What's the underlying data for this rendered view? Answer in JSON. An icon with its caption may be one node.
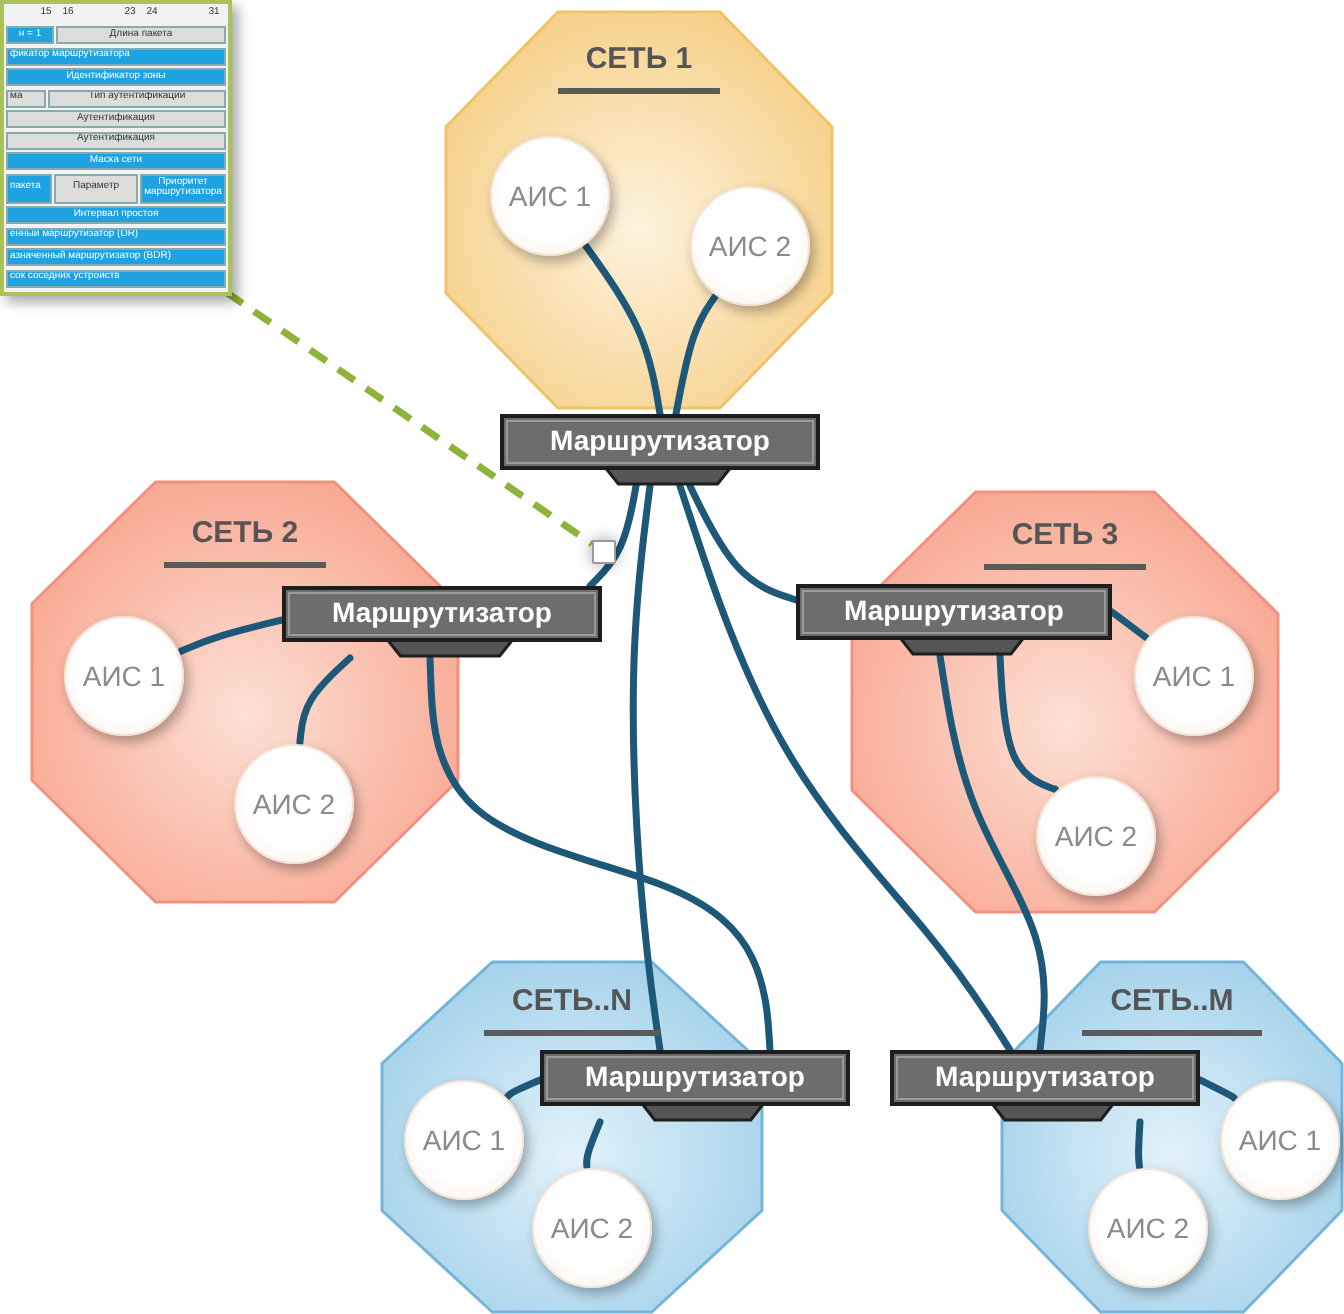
{
  "diagram": {
    "nodes": [
      {
        "text": [
          "СЕТЬ 1"
        ]
      },
      {
        "text": [
          "АИС 1"
        ],
        "in": 0
      },
      {
        "text": [
          "АИС 2"
        ],
        "in": 0
      },
      {
        "text": [
          "Маршрутизатор"
        ]
      },
      {
        "text": [
          "СЕТЬ 2"
        ]
      },
      {
        "text": [
          "Маршрутизатор"
        ]
      },
      {
        "text": [
          "АИС 1"
        ],
        "in": 4
      },
      {
        "text": [
          "АИС 2"
        ],
        "in": 4
      },
      {
        "text": [
          "СЕТЬ 3"
        ]
      },
      {
        "text": [
          "Маршрутизатор"
        ]
      },
      {
        "text": [
          "АИС 1"
        ],
        "in": 8
      },
      {
        "text": [
          "АИС 2"
        ],
        "in": 8
      },
      {
        "text": [
          "СЕТЬ..N"
        ]
      },
      {
        "text": [
          "Маршрутизатор"
        ]
      },
      {
        "text": [
          "АИС 1"
        ],
        "in": 12
      },
      {
        "text": [
          "АИС 2"
        ],
        "in": 12
      },
      {
        "text": [
          "СЕТЬ..M"
        ]
      },
      {
        "text": [
          "Маршрутизатор"
        ]
      },
      {
        "text": [
          "АИС 1"
        ],
        "in": 16
      },
      {
        "text": [
          "АИС 2"
        ],
        "in": 16
      },
      {
        "text": [
          "15",
          "16",
          "23",
          "24",
          "31",
          "н = 1",
          "Длина пакета",
          "фикатор маршрутизатора",
          "Идентификатор зоны",
          "ма",
          "Тип аутентификации",
          "Аутентификация",
          "Аутентификация",
          "Маска сети",
          "пакета",
          "Параметр",
          "Приоритет маршрутизатора",
          "Интервал простоя",
          "енный маршрутизатор (DR)",
          "азначенный маршрутизатор (BDR)",
          "сок соседних устройств"
        ]
      },
      {
        "text": [],
        "shape": "box"
      }
    ],
    "edges": [
      {
        "from": 3,
        "to": 1,
        "arrow": "none"
      },
      {
        "from": 3,
        "to": 2,
        "arrow": "none"
      },
      {
        "from": 3,
        "to": 5,
        "arrow": "none"
      },
      {
        "from": 3,
        "to": 9,
        "arrow": "none"
      },
      {
        "from": 3,
        "to": 13,
        "arrow": "none"
      },
      {
        "from": 3,
        "to": 17,
        "arrow": "none"
      },
      {
        "from": 5,
        "to": 13,
        "arrow": "none"
      },
      {
        "from": 9,
        "to": 17,
        "arrow": "none"
      },
      {
        "from": 5,
        "to": 6,
        "arrow": "none"
      },
      {
        "from": 5,
        "to": 7,
        "arrow": "none"
      },
      {
        "from": 9,
        "to": 10,
        "arrow": "none"
      },
      {
        "from": 9,
        "to": 11,
        "arrow": "none"
      },
      {
        "from": 13,
        "to": 14,
        "arrow": "none"
      },
      {
        "from": 13,
        "to": 15,
        "arrow": "none"
      },
      {
        "from": 17,
        "to": 18,
        "arrow": "none"
      },
      {
        "from": 17,
        "to": 19,
        "arrow": "none"
      },
      {
        "from": 20,
        "to": 21,
        "arrow": "none",
        "style": "dashed",
        "color": "#8db33a"
      }
    ]
  }
}
